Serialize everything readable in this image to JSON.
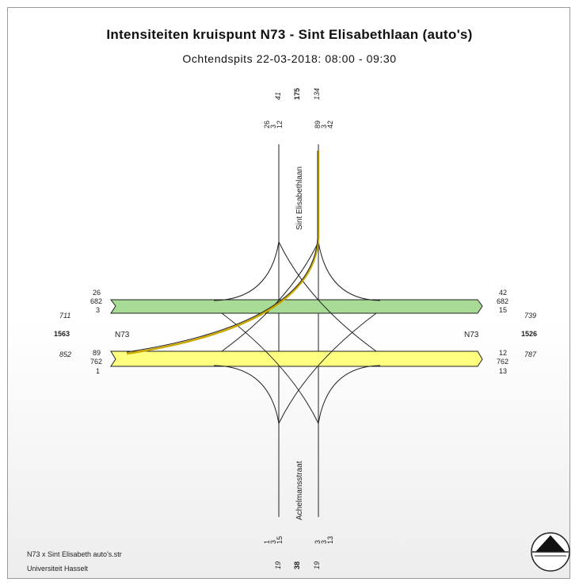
{
  "title": "Intensiteiten kruispunt N73 - Sint Elisabethlaan (auto's)",
  "subtitle": "Ochtendspits 22-03-2018: 08:00 - 09:30",
  "roads": {
    "north": "Sint Elisabethlaan",
    "south": "Achelmansstraat",
    "west": "N73",
    "east": "N73"
  },
  "north": {
    "out_total": "41",
    "cross_total": "175",
    "in_total": "134",
    "out_movements": [
      "26",
      "3",
      "12"
    ],
    "in_movements": [
      "89",
      "3",
      "42"
    ]
  },
  "south": {
    "in_movements": [
      "1",
      "3",
      "15"
    ],
    "out_movements": [
      "3",
      "3",
      "13"
    ],
    "in_total": "19",
    "cross_total": "38",
    "out_total": "19"
  },
  "west": {
    "out_movements": [
      "26",
      "682",
      "3"
    ],
    "out_total": "711",
    "cross_total": "1563",
    "in_total": "852",
    "in_movements": [
      "89",
      "762",
      "1"
    ]
  },
  "east": {
    "in_movements": [
      "42",
      "682",
      "15"
    ],
    "in_total": "739",
    "cross_total": "1526",
    "out_total": "787",
    "out_movements": [
      "12",
      "762",
      "13"
    ]
  },
  "footer": {
    "file": "N73 x Sint Elisabeth auto's.str",
    "org": "Universiteit Hasselt"
  },
  "colors": {
    "green_band": "#a8dc96",
    "yellow_band": "#ffff80",
    "line": "#222222",
    "highlight": "#c8a800"
  }
}
